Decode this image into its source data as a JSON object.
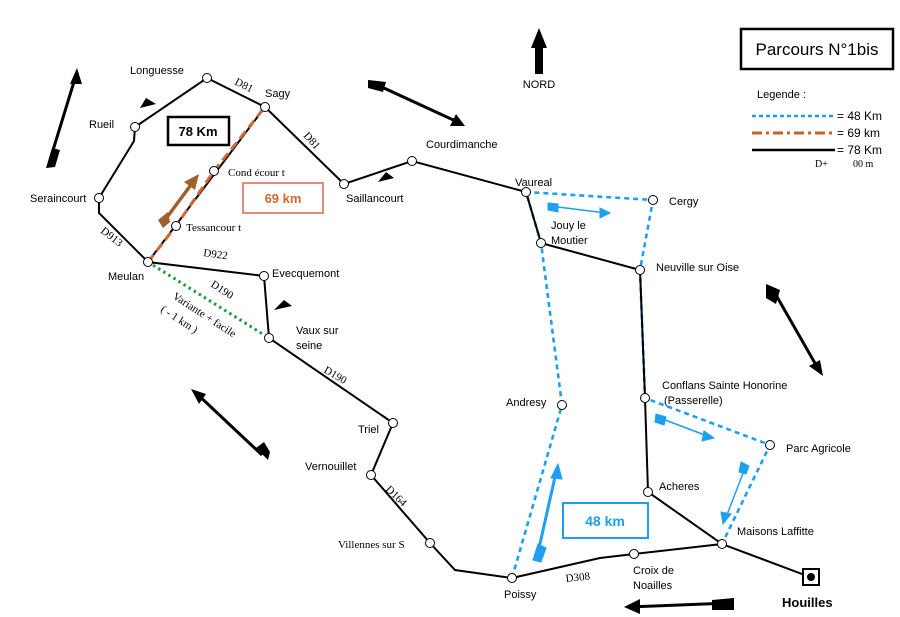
{
  "title": "Parcours N°1bis",
  "north": "NORD",
  "legend": {
    "title": "Legende :",
    "items": [
      {
        "label": "= 48 Km",
        "color": "#1e9ff2",
        "style": "dotted"
      },
      {
        "label": "= 69 km",
        "color": "#c8602a",
        "style": "dash-dot"
      },
      {
        "label": "= 78 Km",
        "color": "#000000",
        "style": "solid"
      }
    ],
    "elevation_label": "D+",
    "elevation_value": "00 m"
  },
  "badges": {
    "km78": "78 Km",
    "km69": "69 km",
    "km48": "48 km"
  },
  "variant": {
    "line1": "Variante + facile",
    "line2": "( - 1 km )"
  },
  "places": {
    "longuesse": "Longuesse",
    "sagy": "Sagy",
    "rueil": "Rueil",
    "seraincourt": "Seraincourt",
    "meulan": "Meulan",
    "condecourt": "Cond écour t",
    "tessancourt": "Tessancour   t",
    "saillancourt": "Saillancourt",
    "courdimanche": "Courdimanche",
    "vaureal": "Vaureal",
    "cergy": "Cergy",
    "jouy1": "Jouy le",
    "jouy2": "Moutier",
    "neuville": "Neuville sur Oise",
    "evecquemont": "Evecquemont",
    "vaux1": "Vaux sur",
    "vaux2": "seine",
    "conflans1": "Conflans Sainte Honorine",
    "conflans2": "(Passerelle)",
    "parc": "Parc Agricole",
    "andresy": "Andresy",
    "triel": "Triel",
    "vernouillet": "Vernouillet",
    "villennes": "Villennes sur S",
    "poissy": "Poissy",
    "croix1": "Croix de",
    "croix2": "Noailles",
    "acheres": "Acheres",
    "maisons": "Maisons Laffitte",
    "houilles": "Houilles"
  },
  "roads": {
    "d81a": "D81",
    "d81b": "D81",
    "d913": "D913",
    "d922": "D922",
    "d190a": "D190",
    "d190b": "D190",
    "d164": "D164",
    "d308": "D308"
  }
}
